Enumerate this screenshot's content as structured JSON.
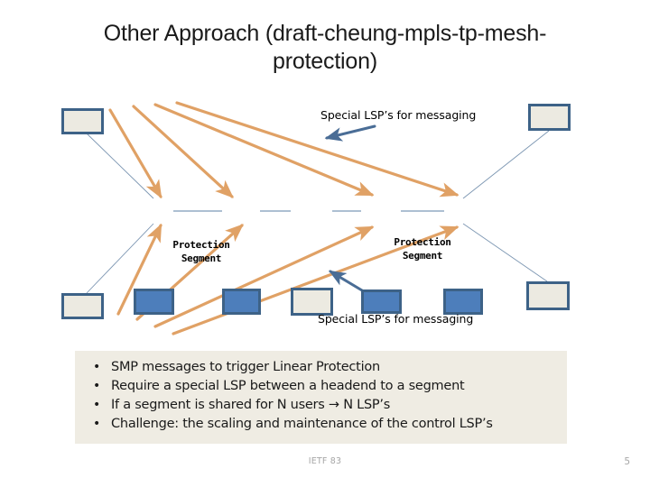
{
  "slide": {
    "title": "Other Approach (draft-cheung-mpls-tp-mesh-protection)",
    "title_line1": "Other Approach (draft-cheung-mpls-tp-mesh-",
    "title_line2": "protection)"
  },
  "diagram": {
    "labels": {
      "special_lsp_top": "Special LSP’s for messaging",
      "special_lsp_bottom": "Special LSP’s for messaging",
      "protection_segment_left_line1": "Protection",
      "protection_segment_left_line2": "Segment",
      "protection_segment_right_line1": "Protection",
      "protection_segment_right_line2": "Segment"
    },
    "colors": {
      "node_border": "#3d6287",
      "node_fill_blue": "#4d7ebb",
      "node_fill_beige": "#eceae1",
      "arrow_orange": "#e0a165",
      "arrow_blue": "#4a6d96",
      "connector_line": "#5b7fa6"
    },
    "chain_nodes": [
      {
        "name": "chain-node-1",
        "fill": "blue"
      },
      {
        "name": "chain-node-2",
        "fill": "blue"
      },
      {
        "name": "chain-node-3",
        "fill": "beige"
      },
      {
        "name": "chain-node-4",
        "fill": "blue"
      },
      {
        "name": "chain-node-5",
        "fill": "blue"
      }
    ],
    "corner_nodes": [
      {
        "name": "endpoint-node-top-left",
        "fill": "beige"
      },
      {
        "name": "endpoint-node-top-right",
        "fill": "beige"
      },
      {
        "name": "endpoint-node-bottom-left",
        "fill": "beige"
      },
      {
        "name": "endpoint-node-bottom-right",
        "fill": "beige"
      }
    ]
  },
  "bullets": [
    {
      "marker": "•",
      "text": "SMP messages to trigger Linear Protection"
    },
    {
      "marker": "•",
      "text": "Require a special LSP between a headend to a segment"
    },
    {
      "marker": "•",
      "text": "If a segment is shared for N users → N LSP’s"
    },
    {
      "marker": "•",
      "text": "Challenge: the scaling and maintenance of the control LSP’s"
    }
  ],
  "footer": {
    "center_text": "IETF 83",
    "page_number": "5"
  }
}
